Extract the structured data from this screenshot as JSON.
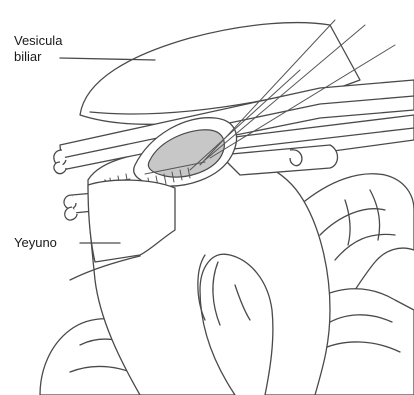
{
  "labels": {
    "gallbladder": "Vesicula\nbiliar",
    "gallbladder_line1": "Vesicula",
    "gallbladder_line2": "biliar",
    "jejunum": "Yeyuno"
  },
  "colors": {
    "stroke": "#4a4a4a",
    "shade": "#c7c7c7",
    "background": "#ffffff"
  }
}
